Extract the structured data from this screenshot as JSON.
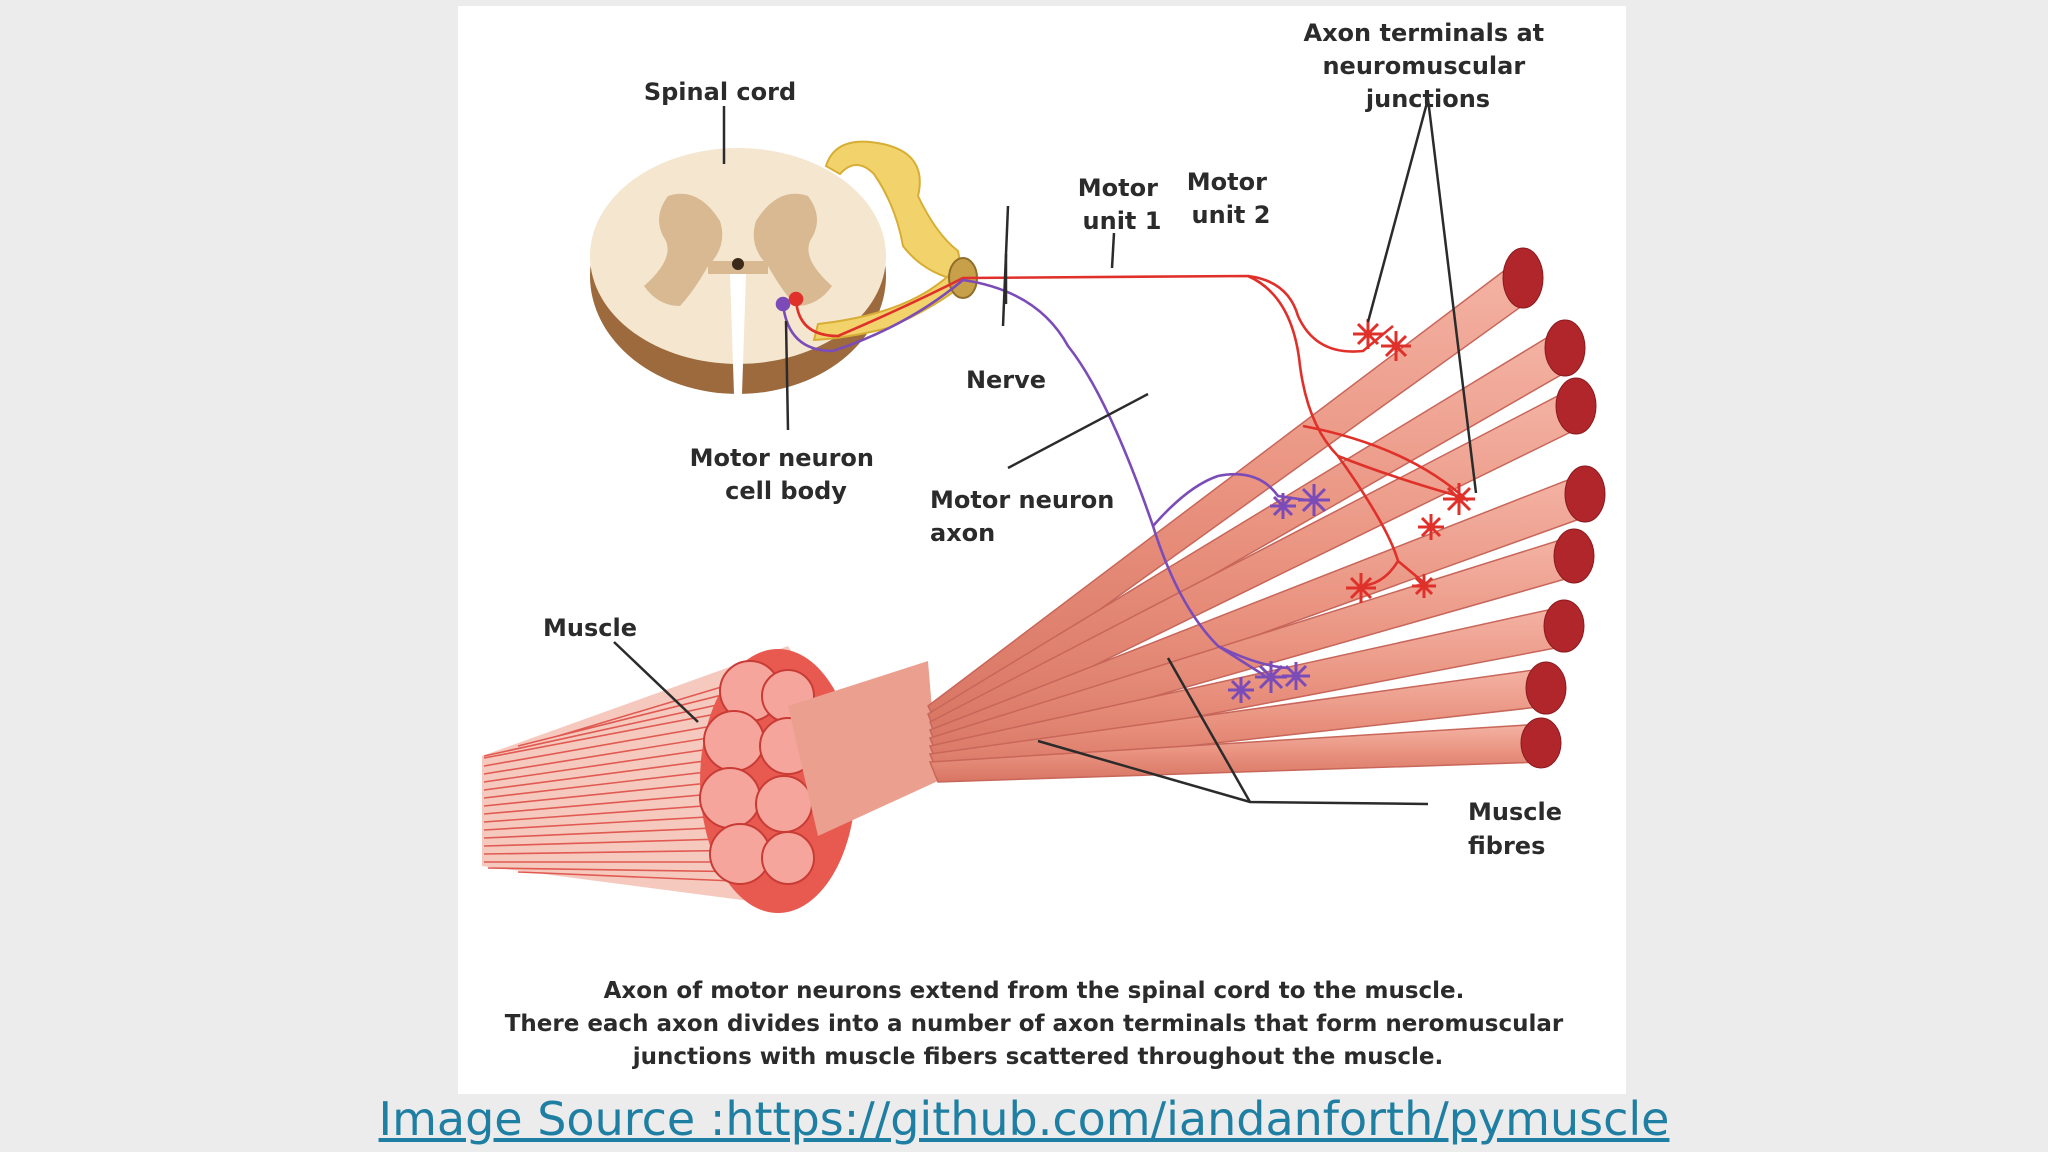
{
  "labels": {
    "spinal_cord": "Spinal cord",
    "axon_terminals": [
      "Axon terminals at",
      "neuromuscular",
      "junctions"
    ],
    "motor_unit_1": [
      "Motor",
      "unit 1"
    ],
    "motor_unit_2": [
      "Motor",
      "unit 2"
    ],
    "nerve": "Nerve",
    "motor_neuron_cell_body": [
      "Motor neuron",
      "cell body"
    ],
    "motor_neuron_axon": [
      "Motor neuron",
      "axon"
    ],
    "muscle": "Muscle",
    "muscle_fibres": [
      "Muscle",
      "fibres"
    ]
  },
  "caption": [
    "Axon of motor neurons extend from the spinal cord to the muscle.",
    "There each axon divides into a number of axon terminals that form neromuscular",
    "junctions with muscle fibers scattered throughout the muscle."
  ],
  "source": "Image Source :https://github.com/iandanforth/pymuscle",
  "colors": {
    "motor_unit_1": "#7b4bb8",
    "motor_unit_2": "#e0302a",
    "muscle_fibre": "#eea090",
    "nerve": "#f2d36b",
    "spinal_cord_white": "#f5e6d0",
    "spinal_cord_grey": "#d9b992"
  }
}
